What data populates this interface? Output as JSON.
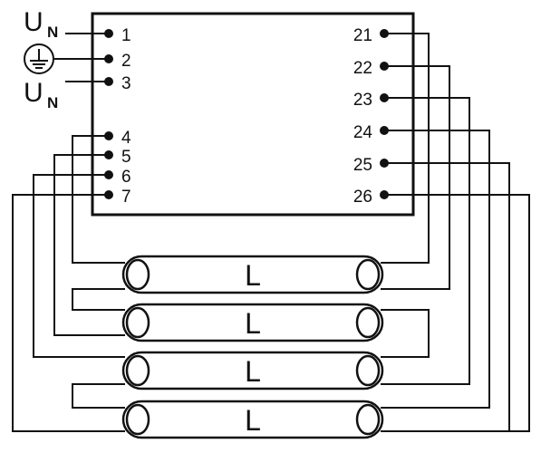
{
  "supply": {
    "main": "U",
    "sub": "N"
  },
  "terminals_left": [
    "1",
    "2",
    "3",
    "4",
    "5",
    "6",
    "7"
  ],
  "terminals_right": [
    "21",
    "22",
    "23",
    "24",
    "25",
    "26"
  ],
  "lamps": [
    "L",
    "L",
    "L",
    "L"
  ],
  "icons": {
    "ground": "protective-earth-icon"
  }
}
